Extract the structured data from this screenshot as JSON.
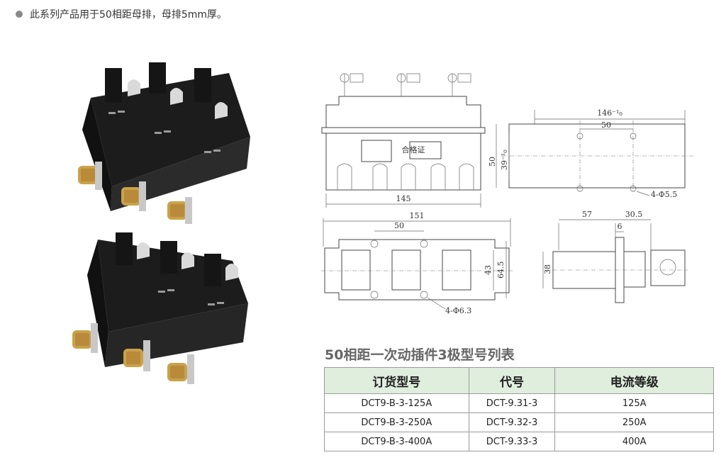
{
  "note": {
    "text": "此系列产品用于50相距母排，母排5mm厚。"
  },
  "front_view": {
    "cert_label": "合格证",
    "dim_width": "145"
  },
  "side_view": {
    "dim_length": "146⁻¹₀",
    "dim_pitch": "50",
    "dim_height": "50",
    "dim_inner": "39⁻¹₀",
    "hole_label": "4-Φ5.5"
  },
  "plan_view": {
    "dim_width": "151",
    "dim_pitch": "50",
    "dim_inner": "43",
    "dim_outer": "64.5",
    "hole_label": "4-Φ6.3"
  },
  "profile_view": {
    "dim_a": "57",
    "dim_b": "30.5",
    "dim_c": "6",
    "dim_h": "38"
  },
  "table": {
    "title": "50相距一次动插件3极型号列表",
    "headers": [
      "订货型号",
      "代号",
      "电流等级"
    ],
    "rows": [
      [
        "DCT9-B-3-125A",
        "DCT-9.31-3",
        "125A"
      ],
      [
        "DCT9-B-3-250A",
        "DCT-9.32-3",
        "250A"
      ],
      [
        "DCT9-B-3-400A",
        "DCT-9.33-3",
        "400A"
      ]
    ]
  }
}
